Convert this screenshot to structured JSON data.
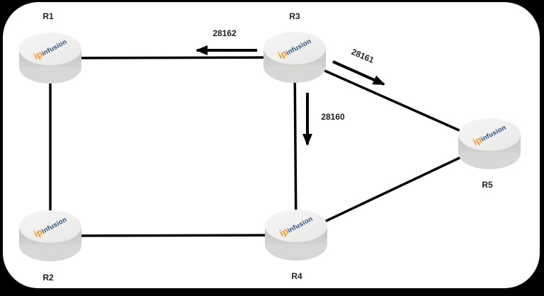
{
  "figure": {
    "background_color": "#000000",
    "canvas_color": "#ffffff",
    "line_color": "#000000"
  },
  "brand": {
    "prefix": "ip",
    "suffix": "infusion",
    "prefix_color": "#f7941d",
    "suffix_color": "#2a4a7b"
  },
  "nodes": [
    {
      "id": "r1",
      "label": "R1"
    },
    {
      "id": "r2",
      "label": "R2"
    },
    {
      "id": "r3",
      "label": "R3"
    },
    {
      "id": "r4",
      "label": "R4"
    },
    {
      "id": "r5",
      "label": "R5"
    }
  ],
  "links": [
    {
      "from": "R1",
      "to": "R3"
    },
    {
      "from": "R1",
      "to": "R2"
    },
    {
      "from": "R2",
      "to": "R4"
    },
    {
      "from": "R3",
      "to": "R4"
    },
    {
      "from": "R3",
      "to": "R5"
    },
    {
      "from": "R4",
      "to": "R5"
    }
  ],
  "labeled_arrows": [
    {
      "label": "28162",
      "from": "R3",
      "to": "R1",
      "direction": "left"
    },
    {
      "label": "28161",
      "from": "R3",
      "to": "R5",
      "direction": "down-right"
    },
    {
      "label": "28160",
      "from": "R3",
      "to": "R4",
      "direction": "down"
    }
  ]
}
